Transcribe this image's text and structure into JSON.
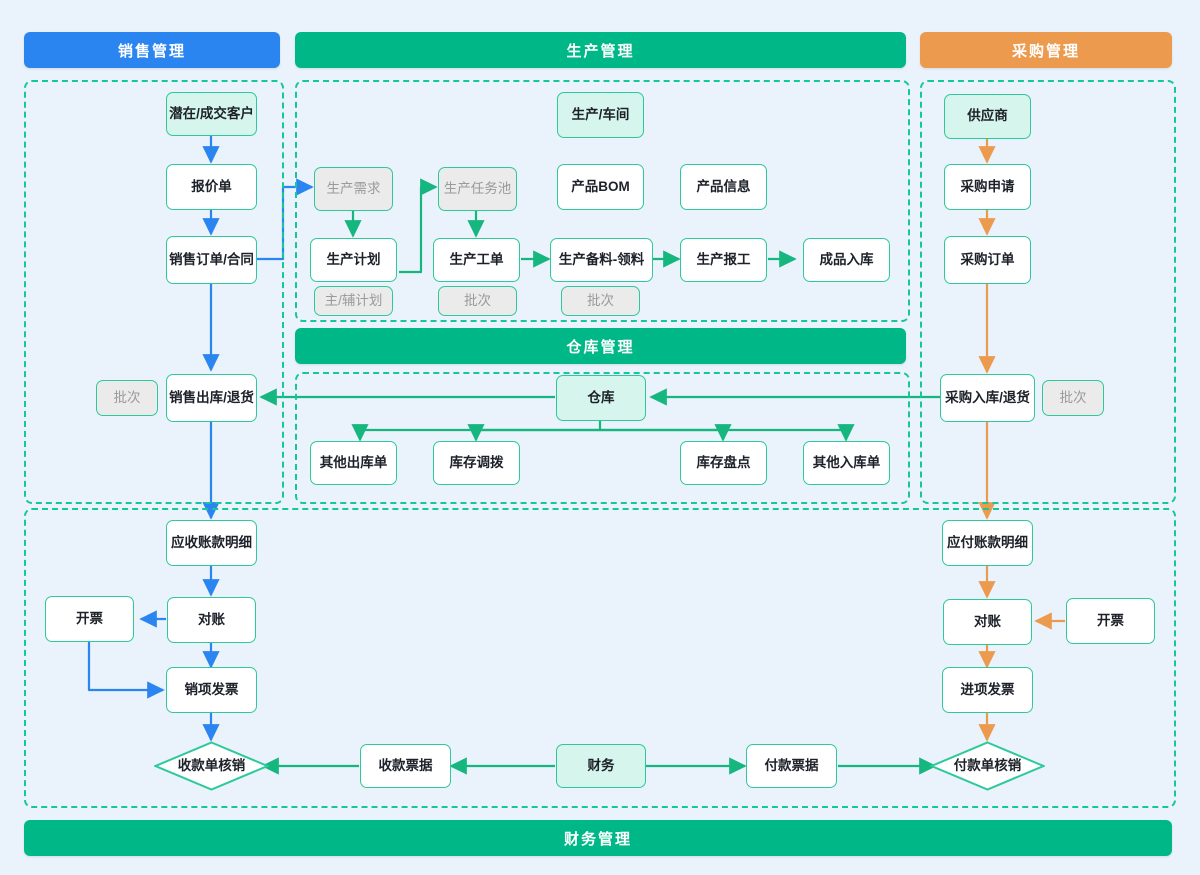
{
  "headers": {
    "sales": "销售管理",
    "production": "生产管理",
    "purchase": "采购管理",
    "warehouse": "仓库管理",
    "finance": "财务管理"
  },
  "colors": {
    "sales_bar": "#2b85f0",
    "production_bar": "#00b887",
    "purchase_bar": "#ec9a4e",
    "warehouse_bar": "#00b887",
    "finance_bar": "#00b887",
    "node_border": "#2ec99b",
    "node_fill": "#d6f5ec",
    "muted_fill": "#ebebeb",
    "muted_text": "#9a9a9a",
    "group_dash": "#16c79a",
    "canvas": "#eaf2fb",
    "arrow_blue": "#2b85f0",
    "arrow_green": "#16b67f",
    "arrow_orange": "#ec9a4e"
  },
  "sales": {
    "customer": "潜在/成交客户",
    "quote": "报价单",
    "order": "销售订单/合同",
    "outbound": "销售出库/退货",
    "batch": "批次"
  },
  "production": {
    "workshop": "生产/车间",
    "demand": "生产需求",
    "task_pool": "生产任务池",
    "bom": "产品BOM",
    "product_info": "产品信息",
    "plan": "生产计划",
    "work_order": "生产工单",
    "picking": "生产备料-领料",
    "report": "生产报工",
    "finished_in": "成品入库",
    "plan_sub": "主/辅计划",
    "work_order_sub": "批次",
    "picking_sub": "批次"
  },
  "purchase": {
    "supplier": "供应商",
    "request": "采购申请",
    "order": "采购订单",
    "inbound": "采购入库/退货",
    "batch": "批次"
  },
  "warehouse": {
    "hub": "仓库",
    "other_out": "其他出库单",
    "transfer": "库存调拨",
    "stocktake": "库存盘点",
    "other_in": "其他入库单"
  },
  "finance": {
    "receivable": "应收账款明细",
    "recon_left": "对账",
    "invoice_left": "开票",
    "output_invoice": "销项发票",
    "receipt_writeoff": "收款单核销",
    "receipt_voucher": "收款票据",
    "finance_hub": "财务",
    "payment_voucher": "付款票据",
    "payment_writeoff": "付款单核销",
    "payable": "应付账款明细",
    "recon_right": "对账",
    "invoice_right": "开票",
    "input_invoice": "进项发票"
  }
}
